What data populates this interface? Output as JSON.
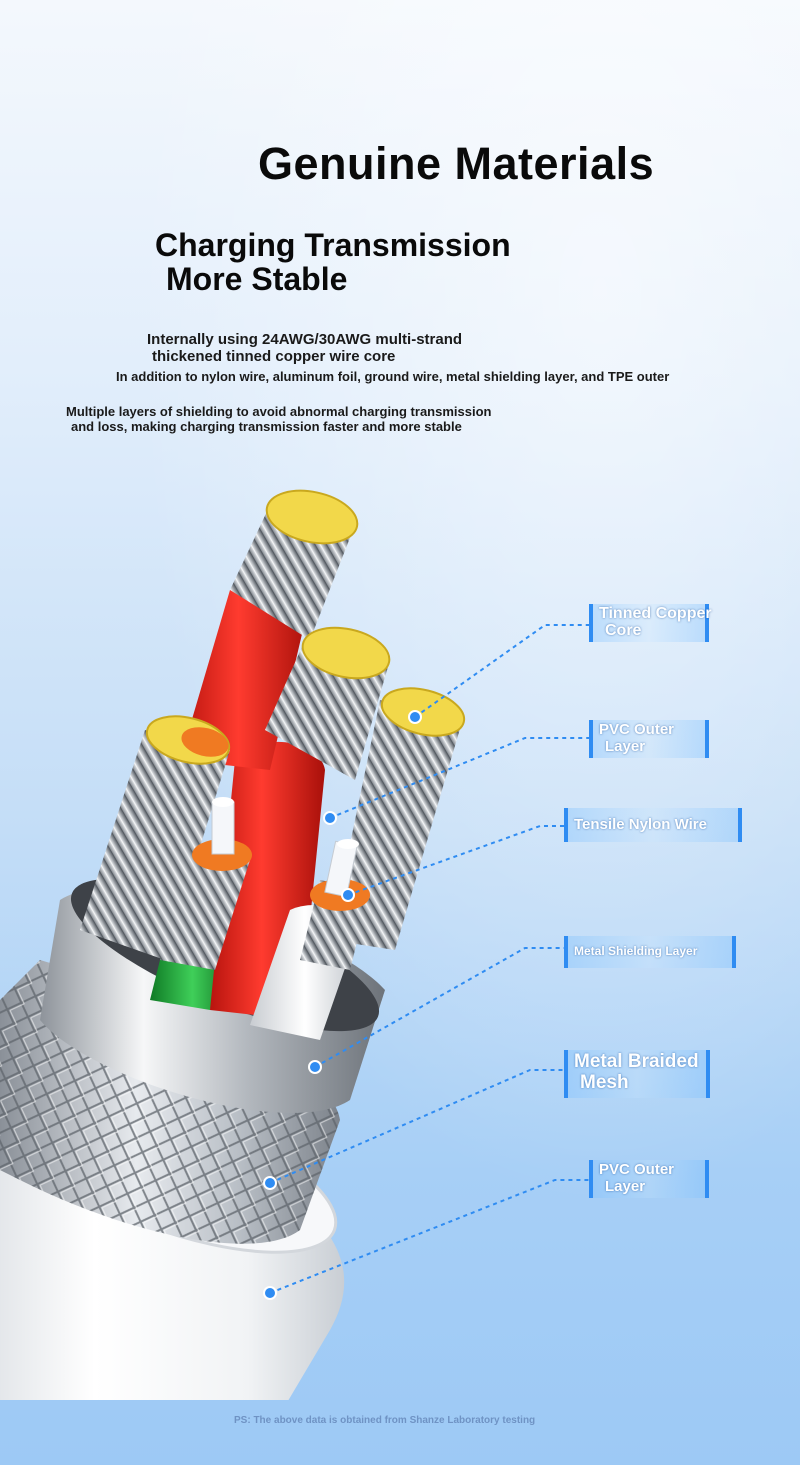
{
  "header": {
    "title": "Genuine Materials",
    "subtitle_line1": "Charging Transmission",
    "subtitle_line2": "More Stable"
  },
  "description": {
    "line1": "Internally using 24AWG/30AWG multi-strand",
    "line2": "thickened tinned copper wire core",
    "line3": "In addition to nylon wire, aluminum foil, ground wire, metal shielding layer, and TPE outer",
    "line4": "Multiple layers of shielding to avoid abnormal charging transmission",
    "line5": "and loss, making charging transmission faster and more stable"
  },
  "labels": [
    {
      "line1": "Tinned Copper",
      "line2": "Core"
    },
    {
      "line1": "PVC Outer",
      "line2": "Layer"
    },
    {
      "line1": "Tensile Nylon Wire",
      "line2": ""
    },
    {
      "line1": "Metal Shielding Layer",
      "line2": ""
    },
    {
      "line1": "Metal Braided",
      "line2": "Mesh"
    },
    {
      "line1": "PVC Outer",
      "line2": "Layer"
    }
  ],
  "footnote": "PS: The above data is obtained from Shanze Laboratory testing",
  "colors": {
    "red_wire": "#e3241c",
    "green_wire": "#1ea53a",
    "white_wire": "#eeeeee",
    "copper_core": "#f2d84a",
    "orange_core": "#f07a22",
    "leader_line": "#2f8cf2"
  },
  "icons": [
    "cable-cross-section-illustration"
  ]
}
